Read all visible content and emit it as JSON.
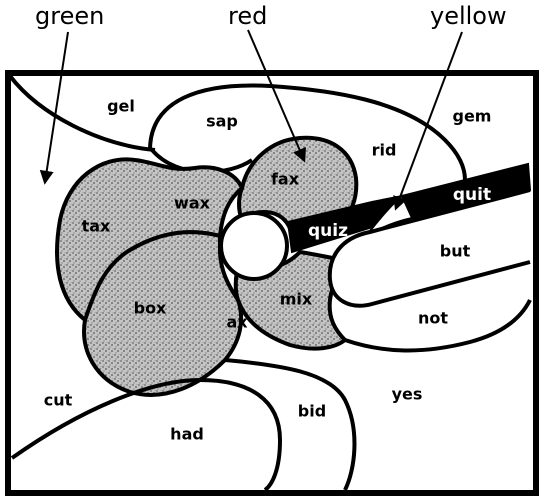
{
  "callouts": {
    "green": "green",
    "red": "red",
    "yellow": "yellow"
  },
  "regions": {
    "gel": "gel",
    "sap": "sap",
    "gem": "gem",
    "rid": "rid",
    "tax_left": "tax",
    "wax": "wax",
    "fax": "fax",
    "quiz": "quiz",
    "quit": "quit",
    "but": "but",
    "box": "box",
    "ax": "ax",
    "mix": "mix",
    "not": "not",
    "yes": "yes",
    "cut": "cut",
    "bid": "bid",
    "had": "had"
  },
  "colors": {
    "ink": "#000000",
    "paper": "#ffffff",
    "stipple": "#bdbdbd"
  }
}
